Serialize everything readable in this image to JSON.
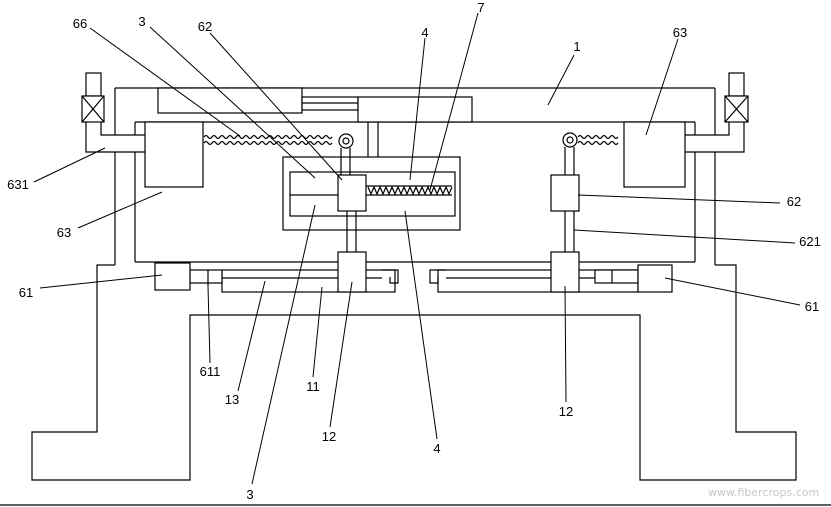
{
  "labels": {
    "l66": "66",
    "l3_top": "3",
    "l62_top": "62",
    "l4_top": "4",
    "l7": "7",
    "l1": "1",
    "l63_right": "63",
    "l631": "631",
    "l63_left": "63",
    "l62_right": "62",
    "l621": "621",
    "l61_left": "61",
    "l61_right": "61",
    "l611": "611",
    "l13": "13",
    "l11": "11",
    "l12_left": "12",
    "l12_right": "12",
    "l4_bottom": "4",
    "l3_bottom": "3"
  },
  "watermark": "www.fibercrops.com"
}
